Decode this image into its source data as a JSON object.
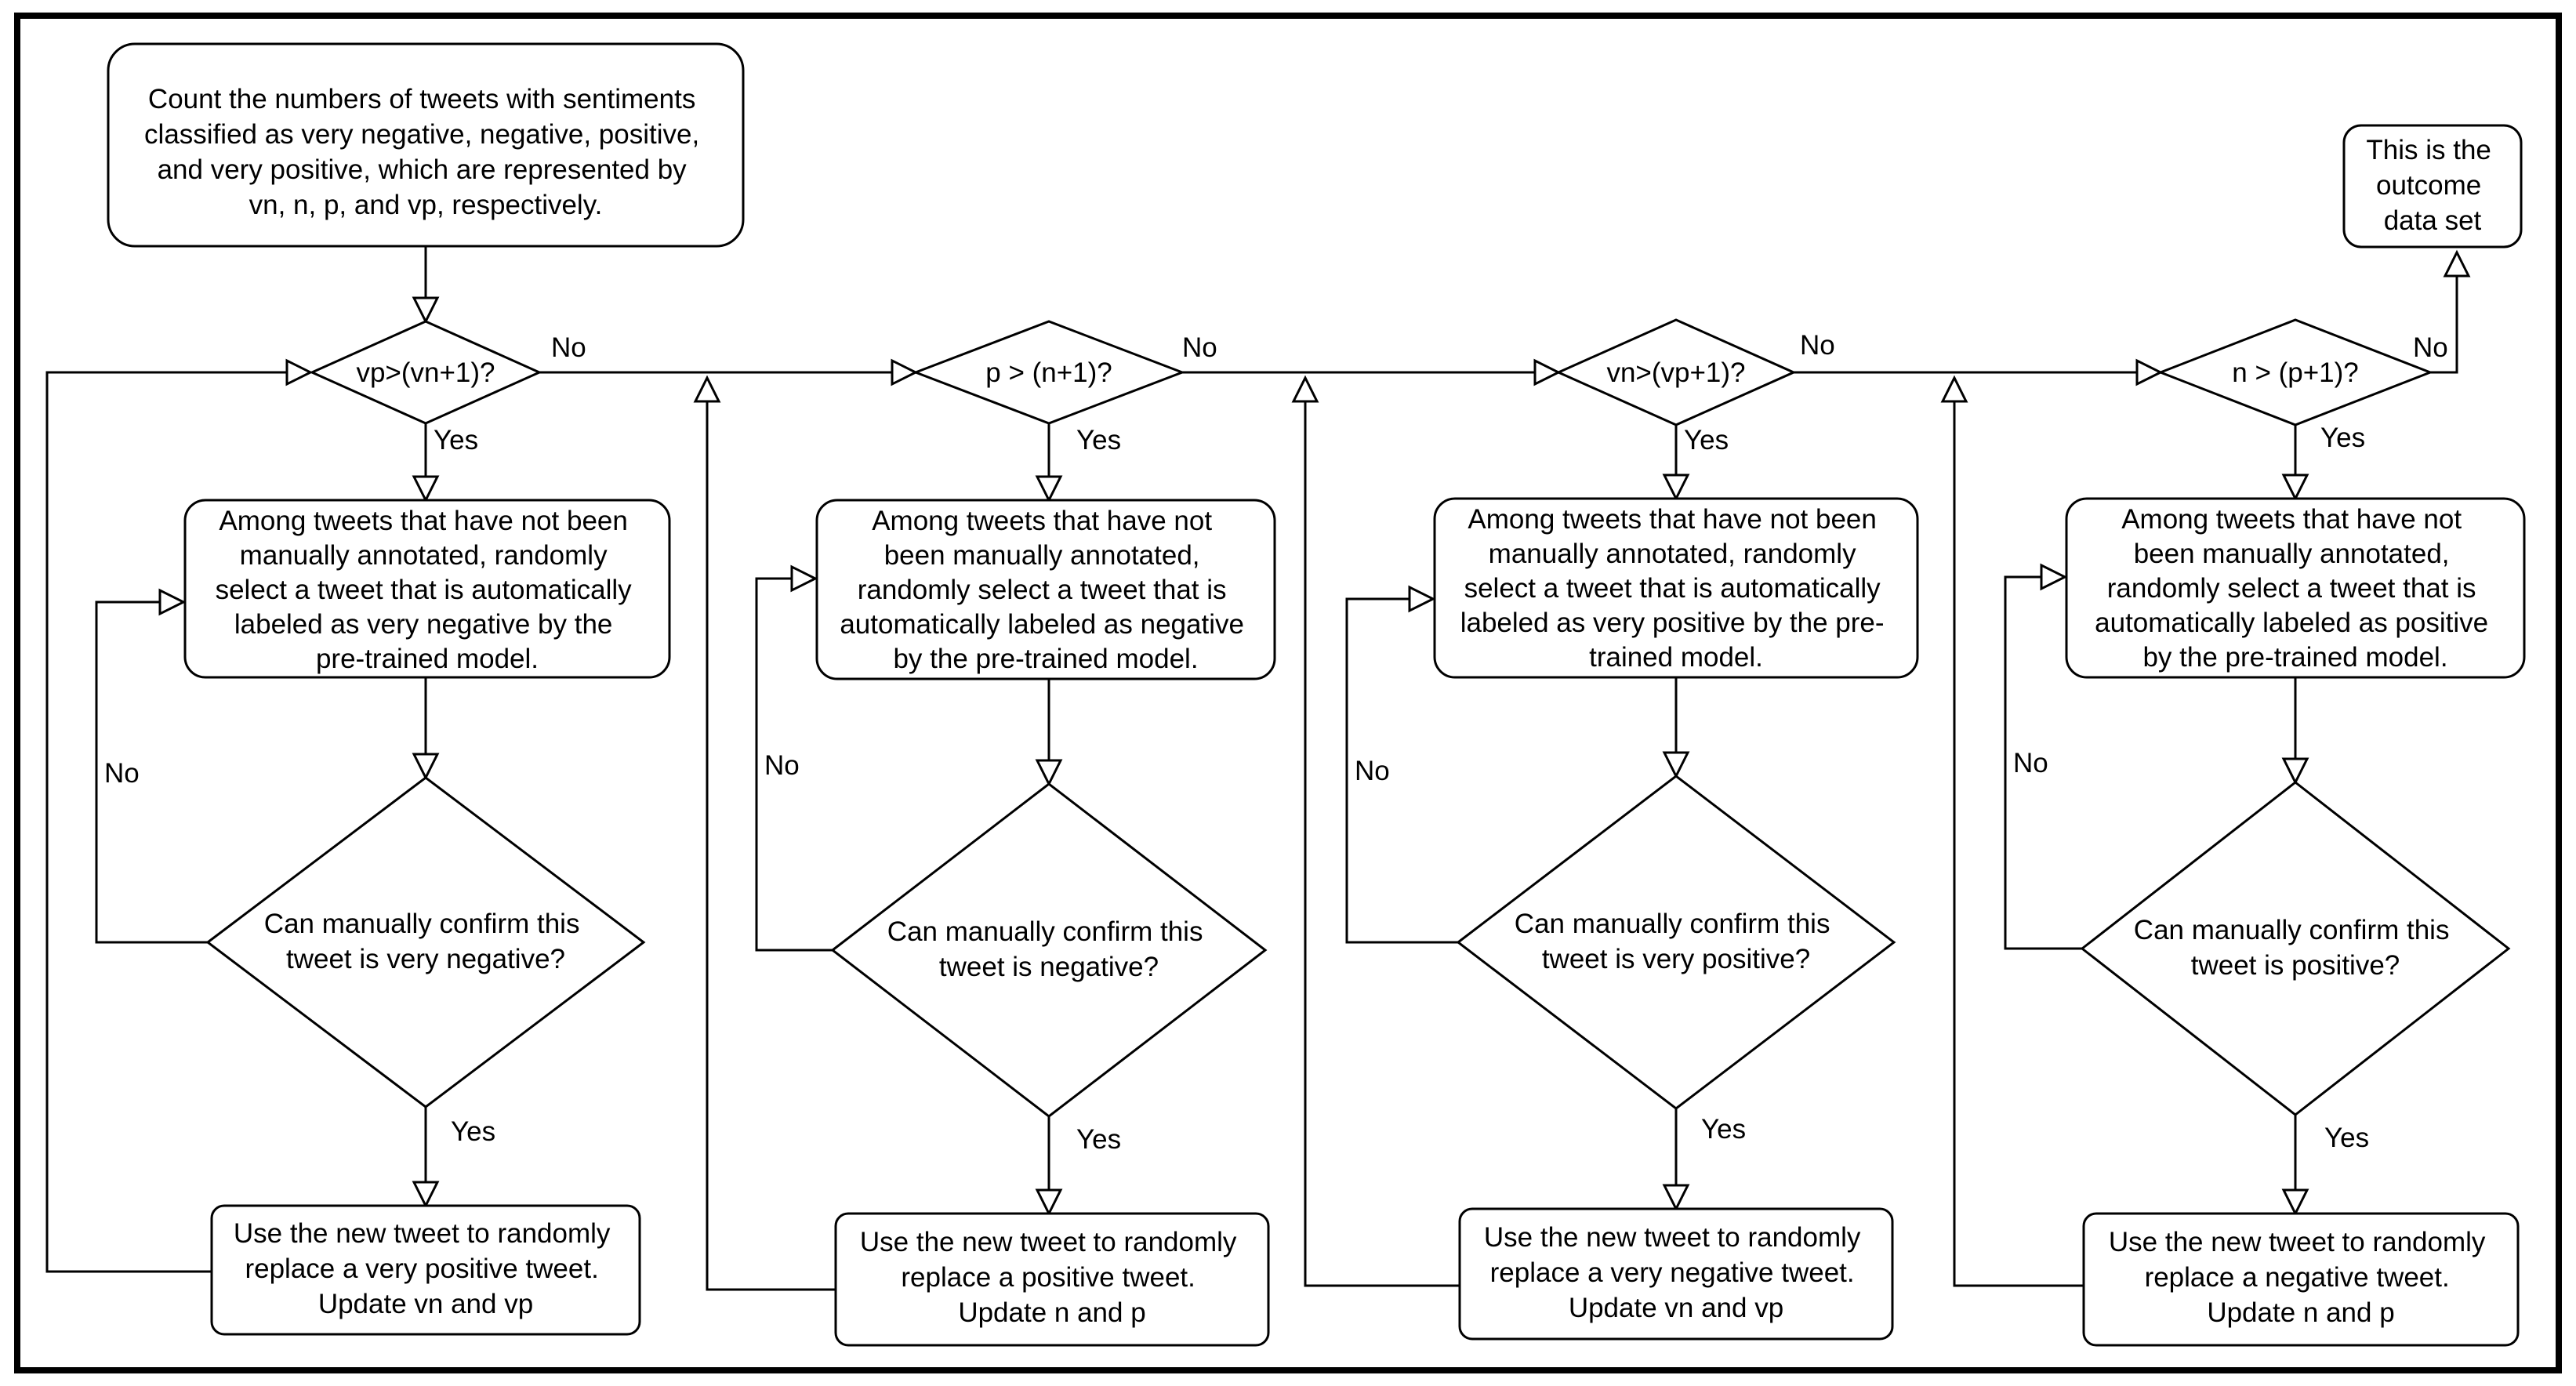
{
  "start": {
    "lines": [
      "Count the numbers of tweets with sentiments",
      "classified as very negative, negative, positive,",
      "and very positive,  which are represented by",
      "vn, n, p, and vp, respectively."
    ]
  },
  "outcome": {
    "lines": [
      "This is  the",
      "outcome",
      "data set"
    ]
  },
  "columns": [
    {
      "condition": "vp>(vn+1)?",
      "condition_no": "No",
      "condition_yes": "Yes",
      "select_lines": [
        "Among tweets that have not been",
        "manually annotated, randomly",
        "select a tweet that is automatically",
        "labeled as very negative by the",
        "pre-trained model."
      ],
      "confirm_lines": [
        "Can manually confirm this",
        "tweet is very negative?"
      ],
      "confirm_no": "No",
      "confirm_yes": "Yes",
      "update_lines": [
        "Use the new tweet to randomly",
        "replace a very positive tweet.",
        "Update vn and vp"
      ]
    },
    {
      "condition": "p > (n+1)?",
      "condition_no": "No",
      "condition_yes": "Yes",
      "select_lines": [
        "Among tweets that have not",
        "been manually annotated,",
        "randomly select a tweet that is",
        "automatically labeled as negative",
        "by the pre-trained model."
      ],
      "confirm_lines": [
        "Can manually confirm this",
        "tweet is negative?"
      ],
      "confirm_no": "No",
      "confirm_yes": "Yes",
      "update_lines": [
        "Use the new tweet to randomly",
        "replace a positive tweet.",
        "Update n and p"
      ]
    },
    {
      "condition": "vn>(vp+1)?",
      "condition_no": "No",
      "condition_yes": "Yes",
      "select_lines": [
        "Among tweets that have not been",
        "manually annotated, randomly",
        "select a tweet that is automatically",
        "labeled as very positive by the pre-",
        "trained model."
      ],
      "confirm_lines": [
        "Can manually confirm this",
        "tweet is very positive?"
      ],
      "confirm_no": "No",
      "confirm_yes": "Yes",
      "update_lines": [
        "Use the new tweet to randomly",
        "replace a very negative tweet.",
        "Update vn and vp"
      ]
    },
    {
      "condition": "n > (p+1)?",
      "condition_no": "No",
      "condition_yes": "Yes",
      "select_lines": [
        "Among tweets that have not",
        "been manually annotated,",
        "randomly select a tweet that is",
        "automatically labeled as positive",
        "by the pre-trained model."
      ],
      "confirm_lines": [
        "Can manually confirm this",
        "tweet is positive?"
      ],
      "confirm_no": "No",
      "confirm_yes": "Yes",
      "update_lines": [
        "Use the new tweet to randomly",
        "replace a negative tweet.",
        "Update n and p"
      ]
    }
  ]
}
